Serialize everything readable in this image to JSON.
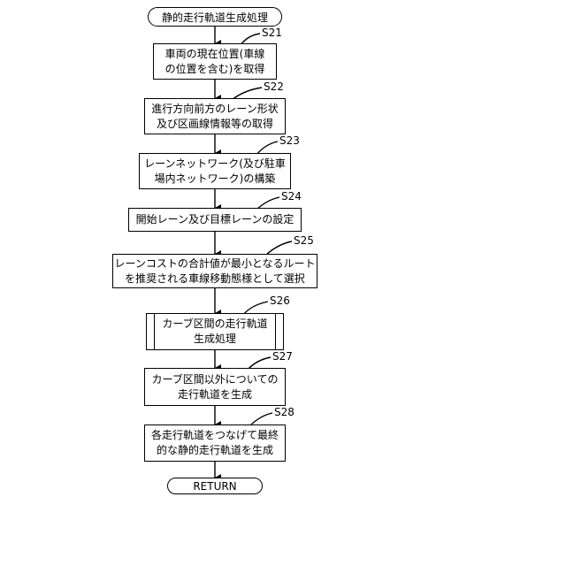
{
  "start_label": "静的走行軌道生成処理",
  "end_label": "RETURN",
  "steps": [
    {
      "id": "S21",
      "text": "車両の現在位置(車線\nの位置を含む)を取得"
    },
    {
      "id": "S22",
      "text": "進行方向前方のレーン形状\n及び区画線情報等の取得"
    },
    {
      "id": "S23",
      "text": "レーンネットワーク(及び駐車\n場内ネットワーク)の構築"
    },
    {
      "id": "S24",
      "text": "開始レーン及び目標レーンの設定"
    },
    {
      "id": "S25",
      "text": "レーンコストの合計値が最小となるルート\nを推奨される車線移動態様として選択"
    },
    {
      "id": "S26",
      "text": "カーブ区間の走行軌道\n生成処理"
    },
    {
      "id": "S27",
      "text": "カーブ区間以外についての\n走行軌道を生成"
    },
    {
      "id": "S28",
      "text": "各走行軌道をつなげて最終\n的な静的走行軌道を生成"
    }
  ]
}
